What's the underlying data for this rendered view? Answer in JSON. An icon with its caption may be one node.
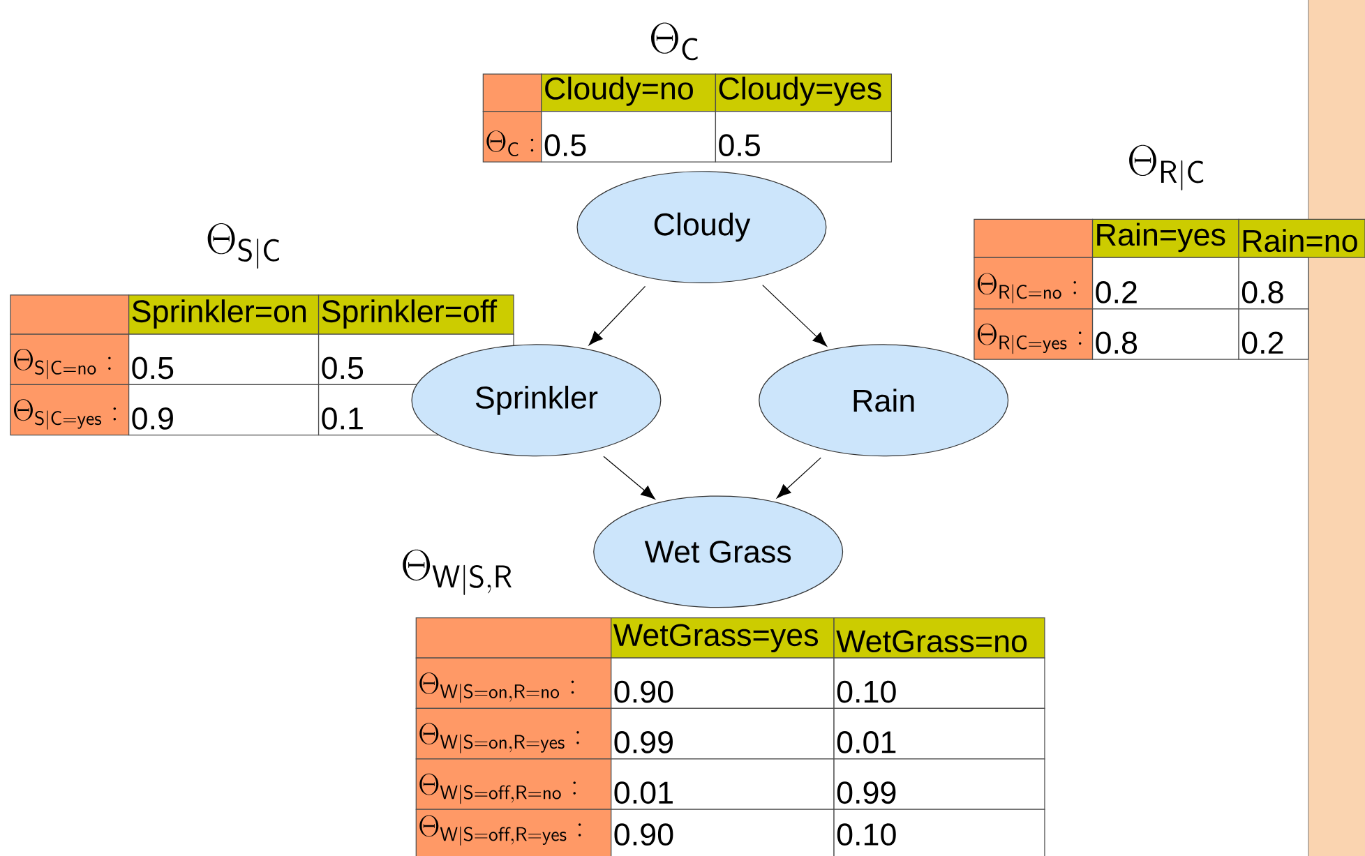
{
  "diagram": {
    "nodes": [
      {
        "text": [
          "Cloudy"
        ]
      },
      {
        "text": [
          "Sprinkler"
        ]
      },
      {
        "text": [
          "Rain"
        ]
      },
      {
        "text": [
          "Wet Grass"
        ]
      }
    ],
    "edges": [
      {
        "from": 0,
        "to": 1,
        "arrow": "to"
      },
      {
        "from": 0,
        "to": 2,
        "arrow": "to"
      },
      {
        "from": 1,
        "to": 3,
        "arrow": "to"
      },
      {
        "from": 2,
        "to": 3,
        "arrow": "to"
      }
    ],
    "labels": [
      "\\Theta_{\\mathsf{C}}",
      "Cloudy=no",
      "Cloudy=yes",
      "\\Theta_{\\mathsf{C}}:",
      "0.5",
      "0.5",
      "\\Theta_{\\mathsf{S|C}}",
      "Sprinkler=on",
      "Sprinkler=off",
      "\\Theta_{\\mathsf{S|C=no}}:",
      "0.5",
      "0.5",
      "\\Theta_{\\mathsf{S|C=yes}}:",
      "0.9",
      "0.1",
      "\\Theta_{\\mathsf{R|C}}",
      "Rain=yes",
      "Rain=no",
      "\\Theta_{\\mathsf{R|C=no}}:",
      "0.2",
      "0.8",
      "\\Theta_{\\mathsf{R|C=yes}}:",
      "0.8",
      "0.2",
      "\\Theta_{\\mathsf{W|S,R}}",
      "WetGrass=yes",
      "WetGrass=no",
      "\\Theta_{\\mathsf{W|S=on,R=no}}:",
      "0.90",
      "0.10",
      "\\Theta_{\\mathsf{W|S=on,R=yes}}:",
      "0.99",
      "0.01",
      "\\Theta_{\\mathsf{W|S=off,R=no}}:",
      "0.01",
      "0.99",
      "\\Theta_{\\mathsf{W|S=off,R=yes}}:",
      "0.90",
      "0.10"
    ]
  }
}
